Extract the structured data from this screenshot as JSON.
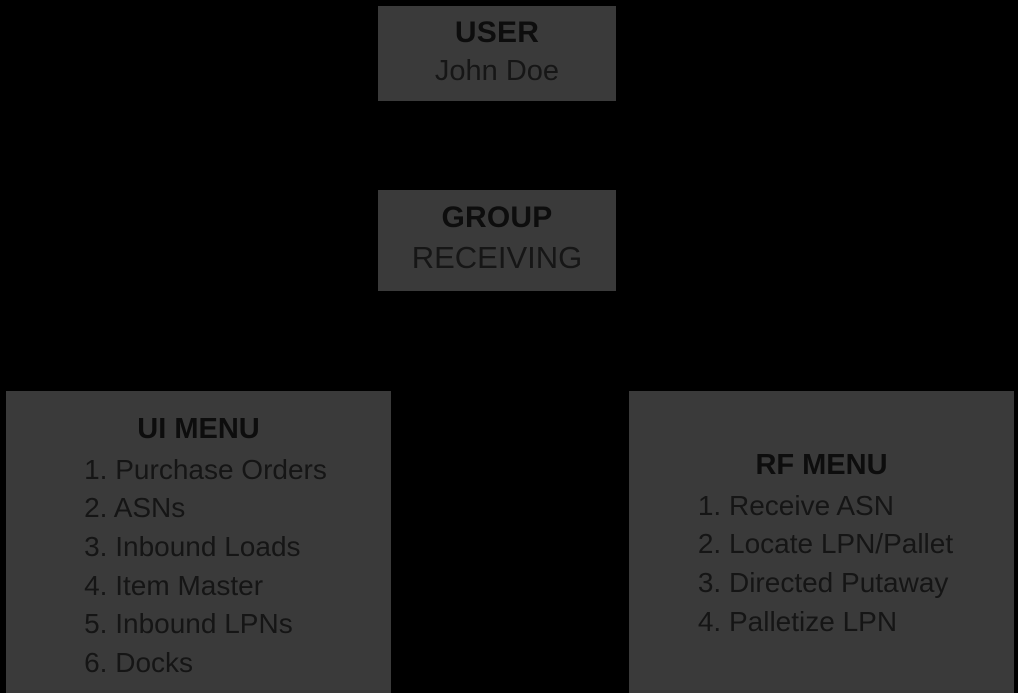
{
  "theme": {
    "background": "#000000",
    "node_fill": "#3a3a3a",
    "text_color": "#111111"
  },
  "diagram": {
    "type": "hierarchy",
    "nodes": {
      "user": {
        "title": "USER",
        "value": "John Doe"
      },
      "group": {
        "title": "GROUP",
        "value": "RECEIVING"
      },
      "ui_menu": {
        "title": "UI MENU",
        "items": [
          "1. Purchase Orders",
          "2. ASNs",
          "3. Inbound Loads",
          "4. Item Master",
          "5. Inbound LPNs",
          "6. Docks"
        ]
      },
      "rf_menu": {
        "title": "RF MENU",
        "items": [
          "1. Receive ASN",
          "2. Locate LPN/Pallet",
          "3. Directed Putaway",
          "4. Palletize LPN"
        ]
      }
    }
  }
}
